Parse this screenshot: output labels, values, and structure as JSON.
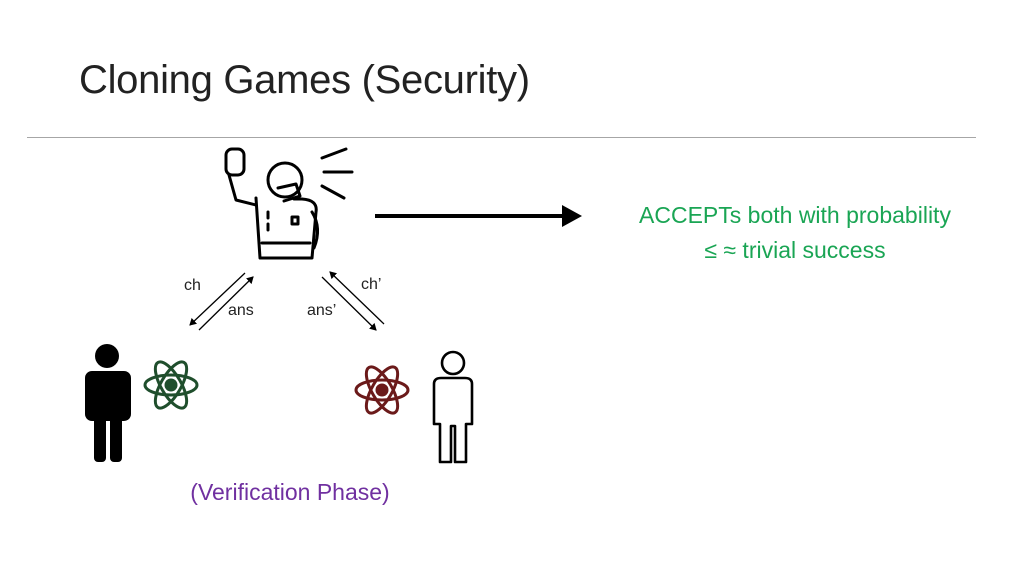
{
  "slide": {
    "title": "Cloning Games (Security)",
    "labels": {
      "left_challenge": "ch",
      "left_answer": "ans",
      "right_challenge": "ch’",
      "right_answer": "ans’"
    },
    "result": {
      "line1": "ACCEPTs both with probability",
      "line2": "≤ ≈ trivial success"
    },
    "caption": "(Verification Phase)"
  },
  "colors": {
    "result_text": "#1aa554",
    "caption_text": "#7030a0",
    "left_atom": "#1f4e2c",
    "right_atom": "#6b1a1a",
    "ink": "#000000"
  },
  "icons": [
    "referee-icon",
    "arrow-right-icon",
    "person-solid-icon",
    "person-outline-icon",
    "atom-green-icon",
    "atom-red-icon"
  ]
}
